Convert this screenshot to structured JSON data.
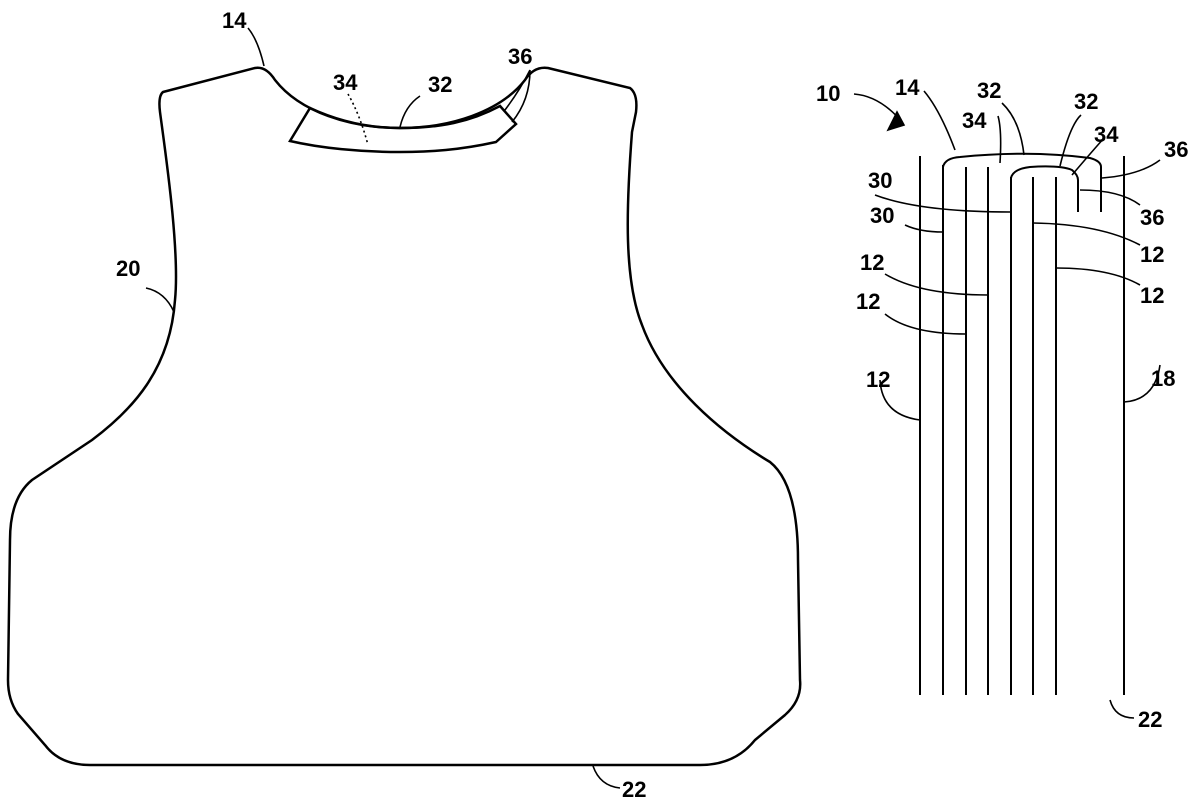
{
  "front_view": {
    "labels": {
      "neck": "14",
      "collar_top": "32",
      "collar_inner": "34",
      "collar_edge": "36",
      "side": "20",
      "bottom": "22"
    }
  },
  "section_view": {
    "labels": {
      "assembly": "10",
      "neck": "14",
      "outer_top": "32",
      "inner_top": "32",
      "outer_fill": "34",
      "inner_fill": "34",
      "edge_a": "36",
      "edge_b": "36",
      "layer_30a": "30",
      "layer_30b": "30",
      "layer_12a": "12",
      "layer_12b": "12",
      "layer_12c": "12",
      "layer_12d": "12",
      "layer_12e": "12",
      "back": "18",
      "bottom": "22"
    }
  }
}
